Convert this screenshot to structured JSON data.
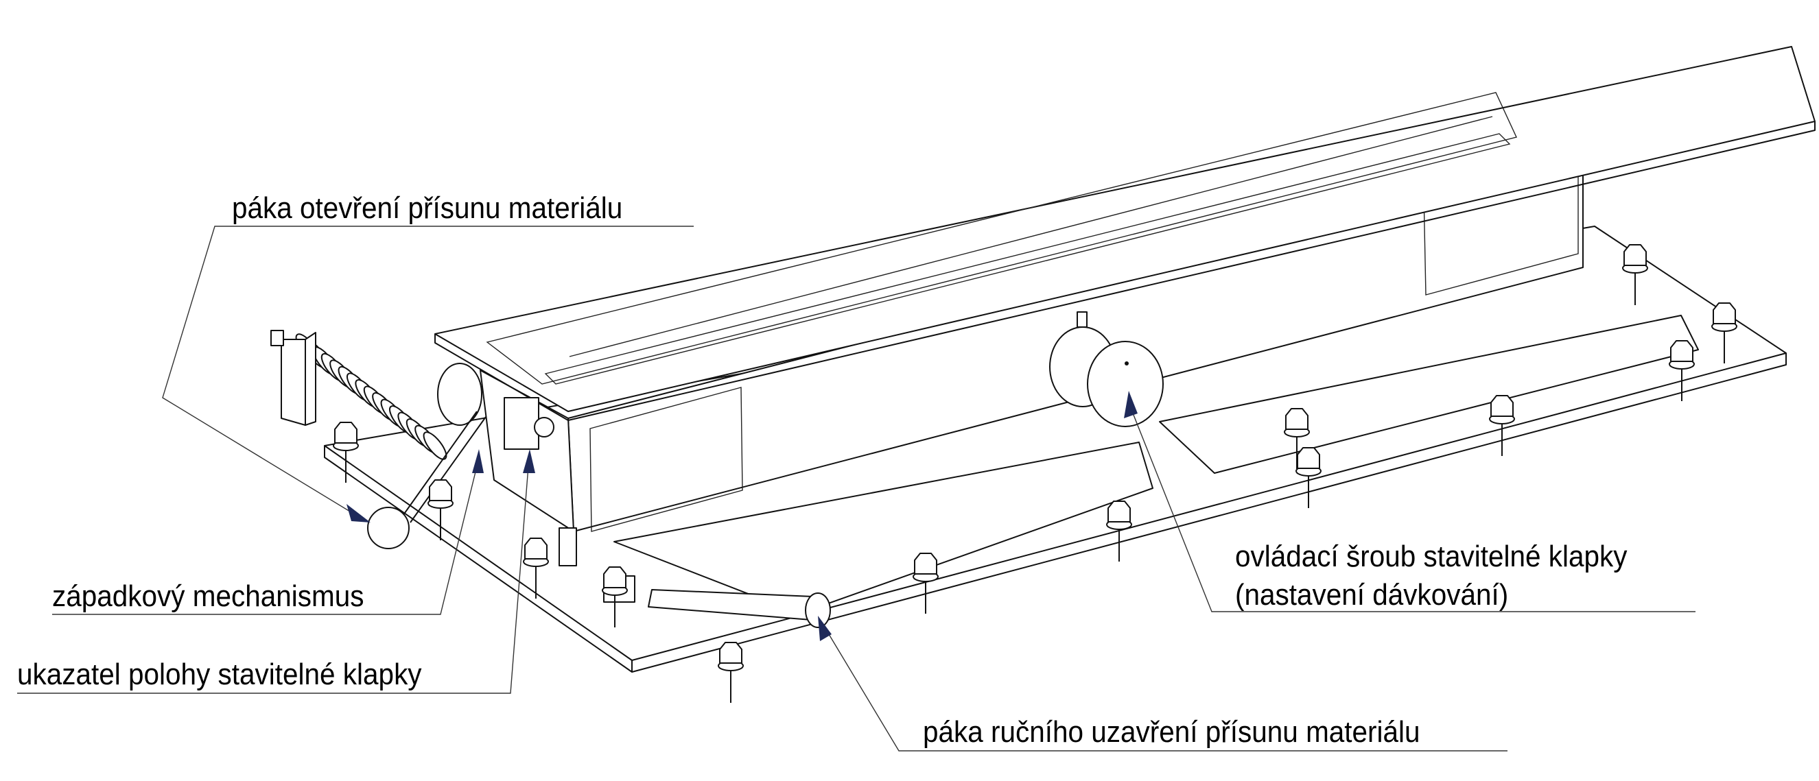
{
  "labels": {
    "opening_lever": "páka otevření přísunu materiálu",
    "ratchet_mechanism": "západkový mechanismus",
    "flap_position_indicator": "ukazatel polohy stavitelné klapky",
    "control_screw_line1": "ovládací šroub stavitelné klapky",
    "control_screw_line2": "(nastavení dávkování)",
    "manual_closing_lever": "páka ručního uzavření přísunu materiálu"
  },
  "colors": {
    "line": "#111111",
    "arrow": "#1f2a5a",
    "background": "#ffffff"
  }
}
